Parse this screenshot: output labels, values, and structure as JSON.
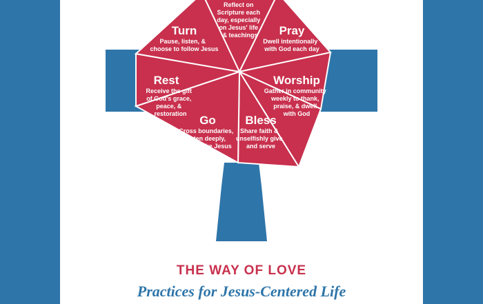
{
  "colors": {
    "background": "#2e75a9",
    "slice": "#c8304d",
    "text": "#ffffff",
    "panel": "#ffffff"
  },
  "diagram": {
    "learn": {
      "lines": [
        "Reflect on",
        "Scripture each",
        "day, especially",
        "on Jesus' life",
        "& teachings"
      ]
    },
    "pray": {
      "title": "Pray",
      "lines": [
        "Dwell intentionally",
        "with God each day"
      ]
    },
    "worship": {
      "title": "Worship",
      "lines": [
        "Gather in community",
        "weekly to thank,",
        "praise, & dwell",
        "with God"
      ]
    },
    "bless": {
      "title": "Bless",
      "lines": [
        "Share faith &",
        "unselfishly give",
        "and serve"
      ]
    },
    "go": {
      "title": "Go",
      "lines": [
        "Cross boundaries,",
        "listen deeply,",
        "& live like Jesus"
      ]
    },
    "rest": {
      "title": "Rest",
      "lines": [
        "Receive the gift",
        "of God's grace,",
        "peace, &",
        "restoration"
      ]
    },
    "turn": {
      "title": "Turn",
      "lines": [
        "Pause, listen, &",
        "choose to follow Jesus"
      ]
    }
  },
  "footer": {
    "title": "THE WAY OF LOVE",
    "subtitle": "Practices for Jesus-Centered Life"
  }
}
